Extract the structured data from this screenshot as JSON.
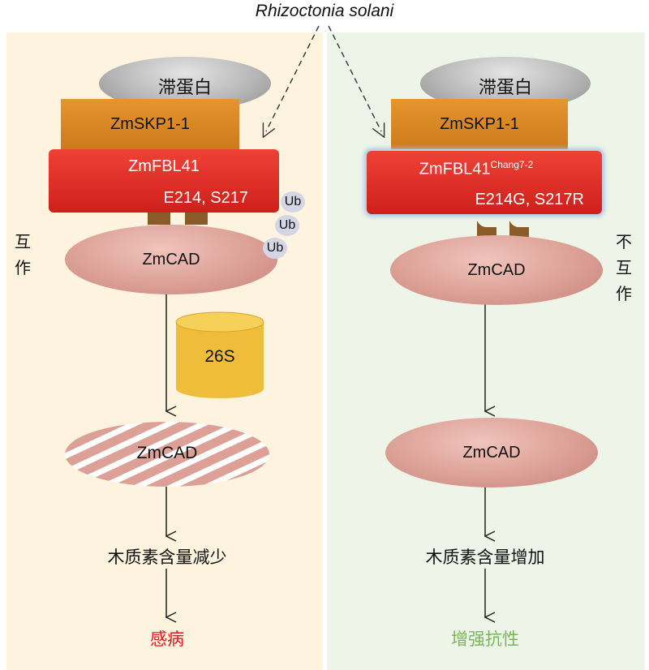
{
  "title": "Rhizoctonia solani",
  "left": {
    "stalk_label": "滞蛋白",
    "skp_label": "ZmSKP1-1",
    "fbl_label": "ZmFBL41",
    "fbl_sites": "E214, S217",
    "ub_labels": [
      "Ub",
      "Ub",
      "Ub"
    ],
    "interaction_chars": [
      "互",
      "作"
    ],
    "cad_label": "ZmCAD",
    "proteasome_label": "26S",
    "degraded_cad_label": "ZmCAD",
    "lignin_label": "木质素含量减少",
    "outcome_label": "感病",
    "outcome_color": "#e8141a"
  },
  "right": {
    "stalk_label": "滞蛋白",
    "skp_label": "ZmSKP1-1",
    "fbl_label": "ZmFBL41",
    "fbl_superscript": "Chang7-2",
    "fbl_sites": "E214G, S217R",
    "interaction_chars": [
      "不",
      "互",
      "作"
    ],
    "cad_label": "ZmCAD",
    "stable_cad_label": "ZmCAD",
    "lignin_label": "木质素含量增加",
    "outcome_label": "增强抗性",
    "outcome_color": "#7ab55c"
  },
  "colors": {
    "left_background": "#fdf3de",
    "right_background": "#eef5e8",
    "skp": "#db8a26",
    "fbl": "#e5302a",
    "cad": "#dca096",
    "proteasome": "#efbd3a"
  }
}
